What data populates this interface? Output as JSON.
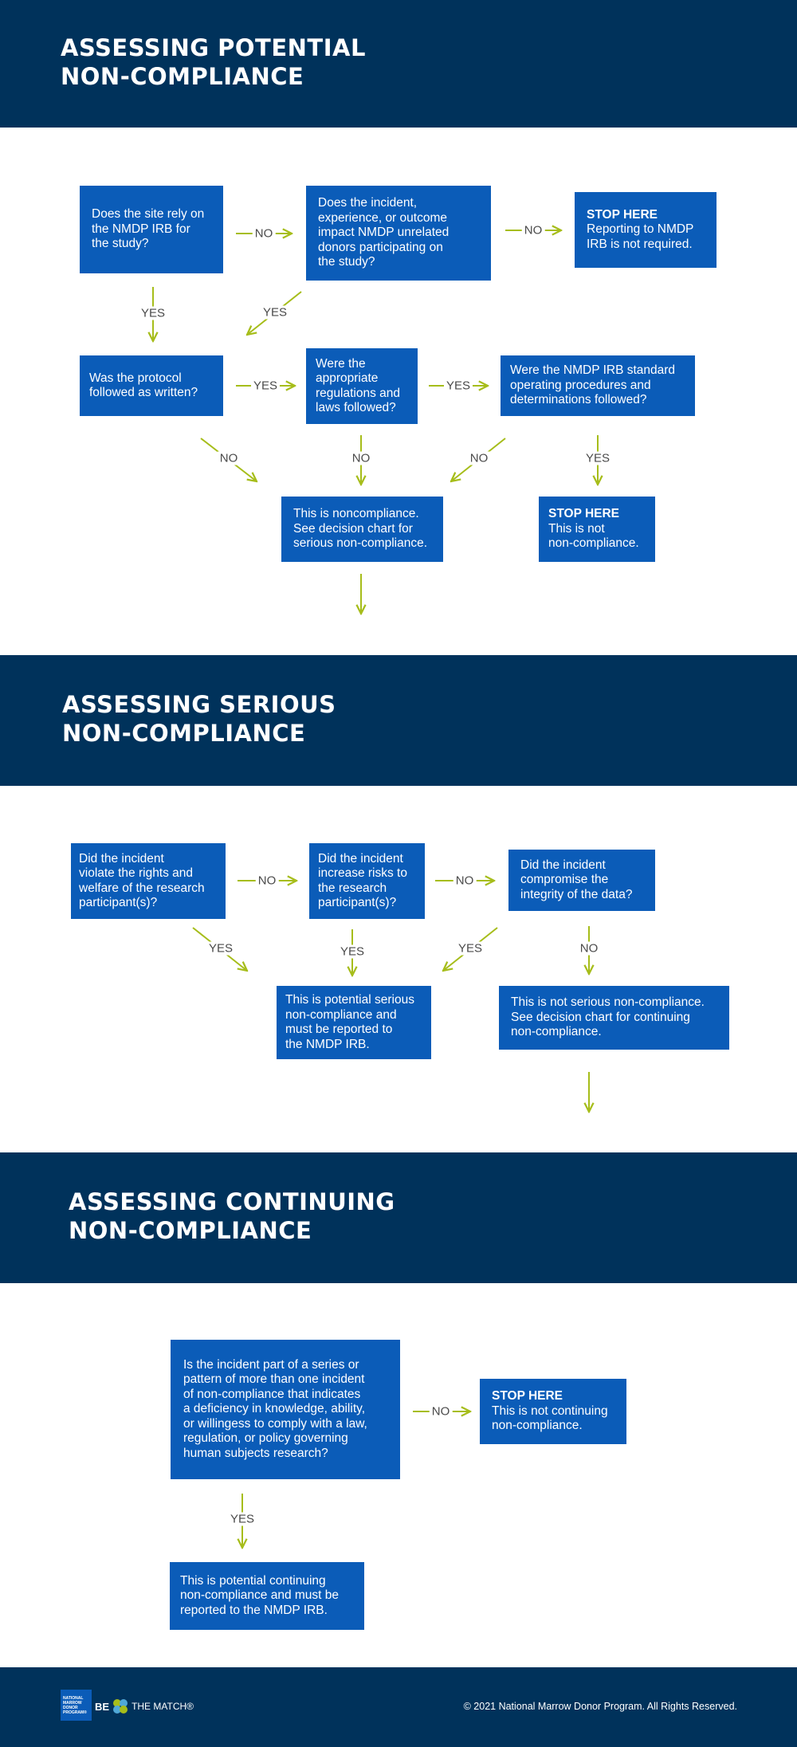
{
  "sections": [
    {
      "title_line1": "ASSESSING POTENTIAL",
      "title_line2": "NON-COMPLIANCE"
    },
    {
      "title_line1": "ASSESSING SERIOUS",
      "title_line2": "NON-COMPLIANCE"
    },
    {
      "title_line1": "ASSESSING CONTINUING",
      "title_line2": "NON-COMPLIANCE"
    }
  ],
  "potential": {
    "q_rely": [
      "Does the site rely on",
      "the NMDP IRB for",
      "the study?"
    ],
    "q_impact": [
      "Does the incident,",
      "experience, or outcome",
      "impact NMDP unrelated",
      "donors participating on",
      "the study?"
    ],
    "stop_not_required": {
      "heading": "STOP HERE",
      "lines": [
        "Reporting to NMDP",
        "IRB is not required."
      ]
    },
    "q_protocol": [
      "Was the protocol",
      "followed as written?"
    ],
    "q_regulations": [
      "Were the",
      "appropriate",
      "regulations and",
      "laws followed?"
    ],
    "q_sop": [
      "Were the NMDP IRB standard",
      "operating procedures and",
      "determinations followed?"
    ],
    "result_noncompliance": [
      "This is noncompliance.",
      "See decision chart for",
      "serious non-compliance."
    ],
    "stop_not_noncompliance": {
      "heading": "STOP HERE",
      "lines": [
        "This is not",
        "non-compliance."
      ]
    }
  },
  "serious": {
    "q_rights": [
      "Did the incident",
      "violate the rights and",
      "welfare of the research",
      "participant(s)?"
    ],
    "q_risks": [
      "Did the incident",
      "increase risks to",
      "the research",
      "participant(s)?"
    ],
    "q_integrity": [
      "Did the incident",
      "compromise the",
      "integrity of the data?"
    ],
    "result_serious": [
      "This is potential serious",
      "non-compliance and",
      "must be reported to",
      "the NMDP IRB."
    ],
    "result_not_serious": [
      "This is not serious non-compliance.",
      "See decision chart for continuing",
      "non-compliance."
    ]
  },
  "continuing": {
    "q_series": [
      "Is the incident part of a series or",
      "pattern of more than one incident",
      "of non-compliance that indicates",
      "a deficiency in knowledge, ability,",
      "or willingess to comply with a law,",
      "regulation, or policy governing",
      "human subjects research?"
    ],
    "stop_not_continuing": {
      "heading": "STOP HERE",
      "lines": [
        "This is not continuing",
        "non-compliance."
      ]
    },
    "result_continuing": [
      "This is potential continuing",
      "non-compliance and must be",
      "reported to the NMDP IRB."
    ]
  },
  "labels": {
    "yes": "YES",
    "no": "NO"
  },
  "footer": {
    "logo_lines": [
      "NATIONAL",
      "MARROW",
      "DONOR",
      "PROGRAM®"
    ],
    "logo_be": "BE",
    "logo_match": "THE MATCH®",
    "copyright": "© 2021 National Marrow Donor Program. All Rights Reserved."
  },
  "colors": {
    "band": "#00325b",
    "box": "#0b5cb8",
    "arrow": "#a6bd1a"
  }
}
